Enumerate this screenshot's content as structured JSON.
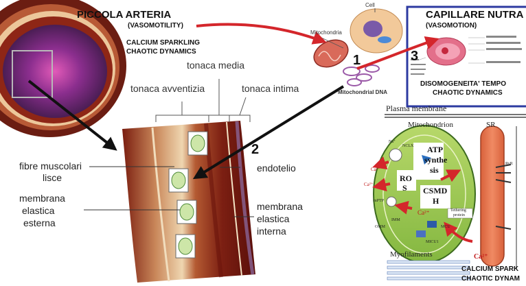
{
  "artery": {
    "title": "PICCOLA ARTERIA",
    "vasomotility": "(VASOMOTILITY)",
    "calcium_line1": "CALCIUM SPARKLING",
    "calcium_line2": "CHAOTIC DYNAMICS"
  },
  "wall_layers": {
    "tonaca_media": "tonaca media",
    "tonaca_avventizia": "tonaca avventizia",
    "tonaca_intima": "tonaca intima",
    "fibre_line1": "fibre muscolari",
    "fibre_line2": "lisce",
    "membrana_esterna_1": "membrana",
    "membrana_esterna_2": "elastica",
    "membrana_esterna_3": "esterna",
    "endotelio": "endotelio",
    "membrana_interna_1": "membrana",
    "membrana_interna_2": "elastica",
    "membrana_interna_3": "interna"
  },
  "cell_panel": {
    "cell": "Cell",
    "mitochondria": "Mitochondria",
    "mitochondrial_dna": "Mitochondrial DNA"
  },
  "capillary": {
    "title": "CAPILLARE NUTRA",
    "vasomotion": "(VASOMOTION)",
    "footer_line1": "DISOMOGENEITA' TEMPO",
    "footer_line2": "CHAOTIC DYNAMICS"
  },
  "numbers": {
    "n1": "1",
    "n2": "2",
    "n3": "3"
  },
  "mito_panel": {
    "plasma_membrane": "Plasma membrane",
    "mitochondrion": "Mitochondrion",
    "sr": "SR",
    "atp_line1": "ATP",
    "atp_line2": "synthe",
    "atp_line3": "sis",
    "ros_line1": "RO",
    "ros_line2": "S",
    "csmd_line1": "CSMD",
    "csmd_line2": "H",
    "ca_mito": "Ca²⁺",
    "ca_left1": "Ca²⁺",
    "ca_left2": "Ca²⁺",
    "ca_bottom": "Ca²⁺",
    "myofilaments": "Myofilaments",
    "ncl": "NCLX",
    "na": "Na⁺",
    "mptp": "mPTP",
    "imm": "IMM",
    "omm": "OMM",
    "mcu": "MCU",
    "mcu1": "MICU1",
    "tethering_1": "Tethering",
    "tethering_2": "protein",
    "ryr": "RyR",
    "bottom_line1": "CALCIUM SPARK",
    "bottom_line2": "CHAOTIC DYNAM"
  },
  "colors": {
    "red_arrow": "#d4262b",
    "black_arrow": "#111111",
    "capillary_box": "#2c3aa0",
    "mito_green": "#9cc84f",
    "sr_orange": "#e9774f"
  }
}
